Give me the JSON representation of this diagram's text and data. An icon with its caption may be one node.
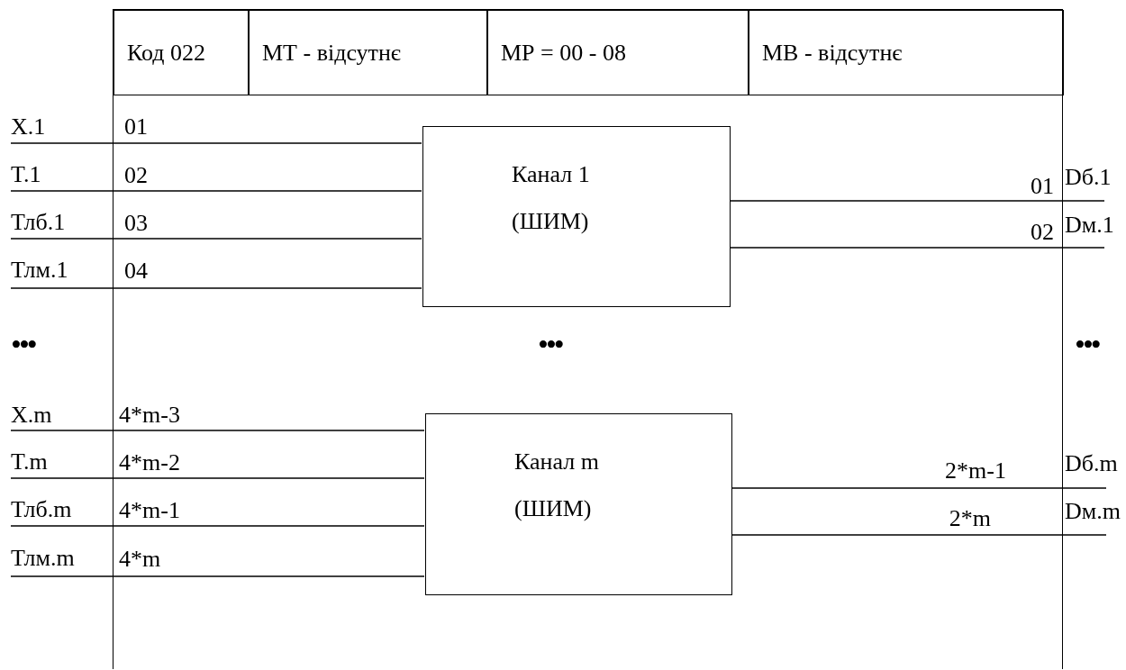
{
  "diagram": {
    "nodes": [
      {
        "text": [],
        "shape": "box"
      },
      {
        "text": [
          "Код 022"
        ],
        "in": 0
      },
      {
        "text": [
          "МТ - відсутнє"
        ],
        "in": 0
      },
      {
        "text": [
          "МР = 00 - 08"
        ],
        "in": 0
      },
      {
        "text": [
          "МВ - відсутнє"
        ],
        "in": 0
      },
      {
        "text": [
          "Канал 1",
          "(ШИМ)"
        ],
        "in": 0
      },
      {
        "text": [
          "Канал m",
          "(ШИМ)"
        ],
        "in": 0
      },
      {
        "text": [
          "X.1"
        ]
      },
      {
        "text": [
          "T.1"
        ]
      },
      {
        "text": [
          "Тлб.1"
        ]
      },
      {
        "text": [
          "Тлм.1"
        ]
      },
      {
        "text": [
          "Dб.1"
        ]
      },
      {
        "text": [
          "Dм.1"
        ]
      },
      {
        "text": [
          "X.m"
        ]
      },
      {
        "text": [
          "T.m"
        ]
      },
      {
        "text": [
          "Тлб.m"
        ]
      },
      {
        "text": [
          "Тлм.m"
        ]
      },
      {
        "text": [
          "Dб.m"
        ]
      },
      {
        "text": [
          "Dм.m"
        ]
      }
    ],
    "edges": [
      {
        "from": 7,
        "to": 5,
        "arrow": "none"
      },
      {
        "from": 8,
        "to": 5,
        "arrow": "none"
      },
      {
        "from": 9,
        "to": 5,
        "arrow": "none"
      },
      {
        "from": 10,
        "to": 5,
        "arrow": "none"
      },
      {
        "from": 5,
        "to": 11,
        "arrow": "none"
      },
      {
        "from": 5,
        "to": 12,
        "arrow": "none"
      },
      {
        "from": 13,
        "to": 6,
        "arrow": "none"
      },
      {
        "from": 14,
        "to": 6,
        "arrow": "none"
      },
      {
        "from": 15,
        "to": 6,
        "arrow": "none"
      },
      {
        "from": 16,
        "to": 6,
        "arrow": "none"
      },
      {
        "from": 6,
        "to": 17,
        "arrow": "none"
      },
      {
        "from": 6,
        "to": 18,
        "arrow": "none"
      }
    ],
    "labels": [
      "01",
      "02",
      "03",
      "04",
      "01",
      "02",
      "•••",
      "•••",
      "•••",
      "4*m-3",
      "4*m-2",
      "4*m-1",
      "4*m",
      "2*m-1",
      "2*m"
    ]
  }
}
